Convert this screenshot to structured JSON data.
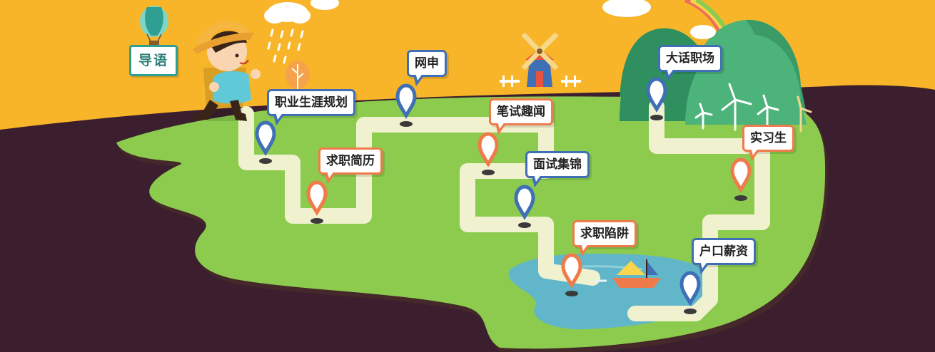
{
  "guide": {
    "label": "导语"
  },
  "stops": [
    {
      "id": "career-planning",
      "label": "职业生涯规划",
      "color": "blue"
    },
    {
      "id": "resume",
      "label": "求职简历",
      "color": "orange"
    },
    {
      "id": "online-application",
      "label": "网申",
      "color": "blue"
    },
    {
      "id": "written-test",
      "label": "笔试趣闻",
      "color": "orange"
    },
    {
      "id": "interview",
      "label": "面试集锦",
      "color": "blue"
    },
    {
      "id": "job-traps",
      "label": "求职陷阱",
      "color": "orange"
    },
    {
      "id": "workplace-talk",
      "label": "大话职场",
      "color": "blue"
    },
    {
      "id": "intern",
      "label": "实习生",
      "color": "orange"
    },
    {
      "id": "hukou-salary",
      "label": "户口薪资",
      "color": "blue"
    }
  ],
  "colors": {
    "sky": "#f8b52a",
    "ground_dark": "#3b1f2e",
    "island": "#8ccb4e",
    "path": "#f0f2cf",
    "water": "#62b6c9",
    "pin_blue": "#3f6fb5",
    "pin_orange": "#ef7a4a",
    "guide_border": "#2f9e93"
  },
  "icons": [
    "hot-air-balloon-icon",
    "cloud-icon",
    "windmill-icon",
    "wind-turbine-icon",
    "sailboat-icon",
    "rainbow-icon",
    "location-pin-icon"
  ]
}
